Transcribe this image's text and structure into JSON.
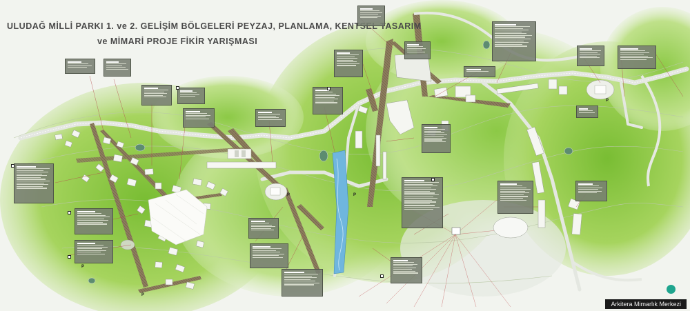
{
  "title": {
    "line1": "ULUDAĞ MİLLİ PARKI 1. ve 2. GELİŞİM BÖLGELERİ PEYZAJ, PLANLAMA, KENTSEL TASARIM",
    "line2": "ve MİMARİ PROJE FİKİR YARIŞMASI"
  },
  "watermark": "Arkitera Mimarlık Merkezi",
  "colors": {
    "background": "#f2f4ef",
    "grass_light": "#b8dc7a",
    "grass_dark": "#7cbd3a",
    "road": "#dfe3dc",
    "wood_path": "#8a7a5e",
    "water": "#5aa9d8",
    "note_box": "#787e72",
    "title_text": "#4a4a4a"
  },
  "icons": [
    "parking-icon",
    "sign-icon",
    "seat-icon",
    "info-icon"
  ],
  "parking_marks": [
    "P",
    "P",
    "P",
    "P",
    "P"
  ],
  "notes": [
    {
      "id": "n1"
    },
    {
      "id": "n2"
    },
    {
      "id": "n3"
    },
    {
      "id": "n4"
    },
    {
      "id": "n5"
    },
    {
      "id": "n6"
    },
    {
      "id": "n7"
    },
    {
      "id": "n8"
    },
    {
      "id": "n9"
    },
    {
      "id": "n10"
    },
    {
      "id": "n11"
    },
    {
      "id": "n12"
    },
    {
      "id": "n13"
    },
    {
      "id": "n14"
    },
    {
      "id": "n15"
    },
    {
      "id": "n16"
    },
    {
      "id": "n17"
    },
    {
      "id": "n18"
    },
    {
      "id": "n19"
    },
    {
      "id": "n20"
    },
    {
      "id": "n21"
    },
    {
      "id": "n22"
    },
    {
      "id": "n23"
    },
    {
      "id": "n24"
    }
  ]
}
